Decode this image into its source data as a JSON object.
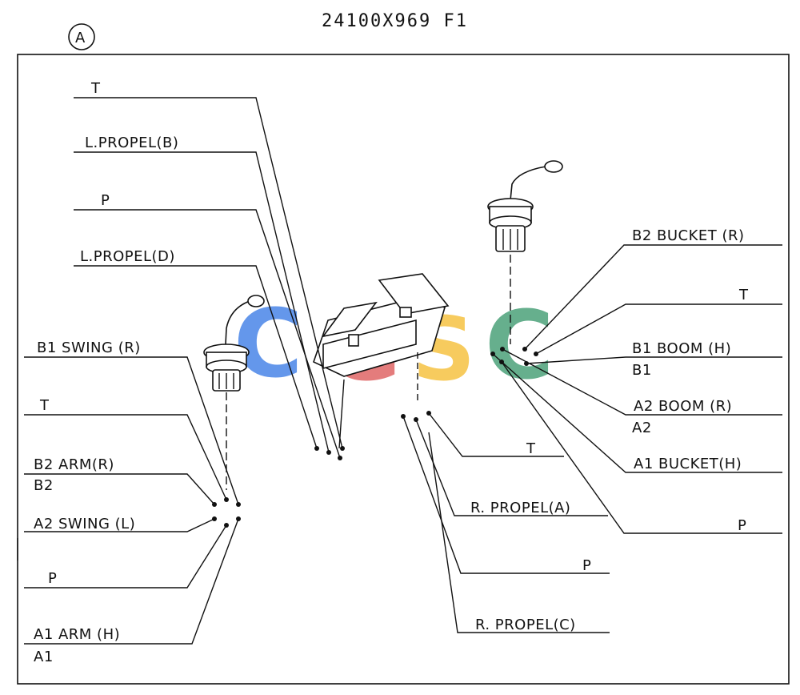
{
  "header": {
    "part_number": "24100X969 F1",
    "view_marker": "A"
  },
  "watermark": {
    "text": "CGSC",
    "colors": [
      "#4a86e8",
      "#e06666",
      "#f6c343",
      "#4ca27a"
    ]
  },
  "left_labels": {
    "b1_swing_r": "B1 SWING (R)",
    "t": "T",
    "b2_arm_r": "B2 ARM(R)",
    "b2_sub": "B2",
    "a2_swing_l": "A2 SWING (L)",
    "p": "P",
    "a1_arm_h": "A1 ARM (H)",
    "a1_sub": "A1"
  },
  "top_labels": {
    "t": "T",
    "l_propel_b": "L.PROPEL(B)",
    "p": "P",
    "l_propel_d": "L.PROPEL(D)"
  },
  "right_labels": {
    "b2_bucket_r": "B2 BUCKET (R)",
    "t": "T",
    "b1_boom_h": "B1 BOOM (H)",
    "b1_sub": "B1",
    "a2_boom_r": "A2 BOOM (R)",
    "a2_sub": "A2",
    "a1_bucket_h": "A1 BUCKET(H)",
    "p": "P"
  },
  "bottom_labels": {
    "t": "T",
    "r_propel_a": "R. PROPEL(A)",
    "p": "P",
    "r_propel_c": "R. PROPEL(C)"
  }
}
